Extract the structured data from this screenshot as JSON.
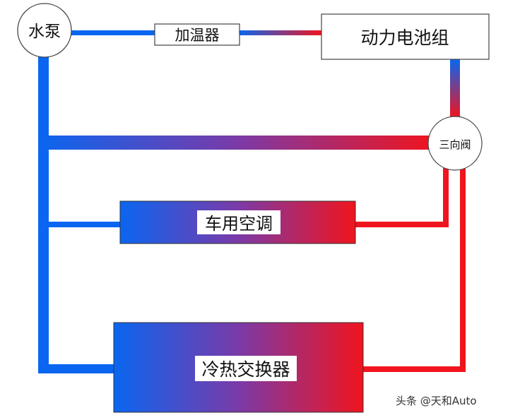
{
  "colors": {
    "cold": "#0a66f0",
    "hot": "#f0141e",
    "mid": "#7a3aa8",
    "outline": "#444444"
  },
  "components": {
    "pump": "水泵",
    "heater": "加温器",
    "battery": "动力电池组",
    "valve": "三向阀",
    "ac": "车用空调",
    "exchanger": "冷热交换器"
  },
  "watermark": "头条 @天和Auto"
}
